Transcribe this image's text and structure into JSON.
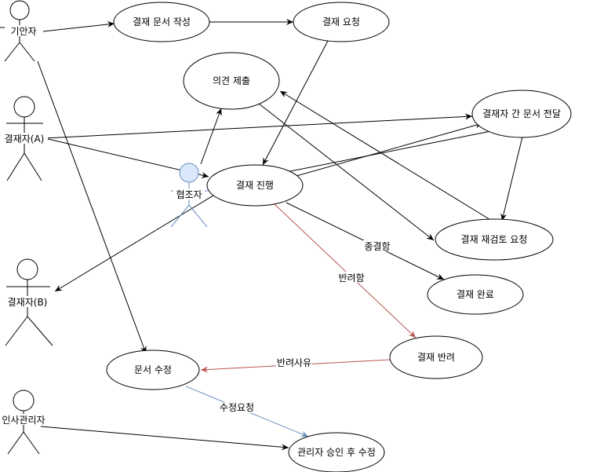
{
  "actors": {
    "drafter": "기안자",
    "approver_a": "결재자(A)",
    "approver_b": "결재자(B)",
    "collaborator": "협조자",
    "hr_manager": "인사관리자"
  },
  "use_cases": {
    "write_doc": "결재 문서 작성",
    "request": "결재 요청",
    "submit_opinion": "의견 제출",
    "forward_doc": "결재자 간 문서 전달",
    "in_progress": "결재 진행",
    "re_review": "결재 재검토 요청",
    "complete": "결재 완료",
    "reject": "결재 반려",
    "edit_doc": "문서 수정",
    "admin_edit": "관리자 승인 후 수정"
  },
  "edge_labels": {
    "complete": "종결함",
    "reject": "반려함",
    "reject_reason": "반려사유",
    "edit_request": "수정요청"
  },
  "colors": {
    "line": "#000000",
    "reject_edge": "#b85450",
    "edit_edge": "#6c8ebf",
    "collaborator_fill": "#dae8fc",
    "collaborator_stroke": "#6c8ebf"
  }
}
